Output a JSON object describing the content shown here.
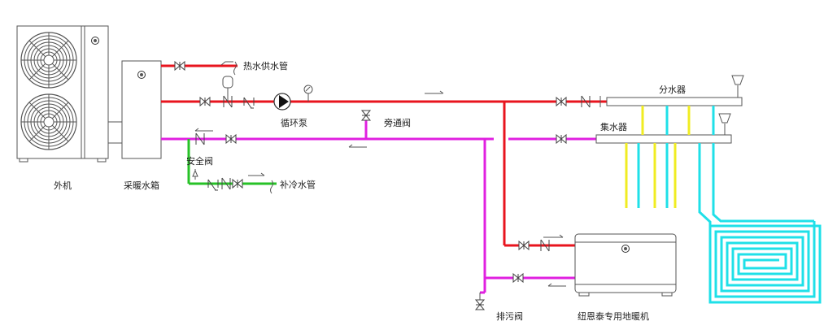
{
  "labels": {
    "outdoor_unit": "外机",
    "buffer_tank": "采暖水箱",
    "hot_water_supply": "热水供水管",
    "circulation_pump": "循环泵",
    "bypass_valve": "旁通阀",
    "safety_valve": "安全阀",
    "makeup_cold_water": "补冷水管",
    "supply_manifold": "分水器",
    "return_manifold": "集水器",
    "drain_valve": "排污阀",
    "boiler": "纽恩泰专用地暖机"
  },
  "colors": {
    "supply_pipe": "#e8141e",
    "return_pipe": "#e020e0",
    "cold_water_pipe": "#27c227",
    "floor_loop_supply": "#f0ec22",
    "floor_loop_return": "#1fe0e8",
    "equipment_stroke": "#555555",
    "label_text": "#222222"
  },
  "icons": [
    "fan-icon",
    "gauge-icon",
    "valve-icon",
    "check-valve-icon",
    "filter-icon",
    "pump-icon",
    "pressure-gauge-icon",
    "expansion-tank-icon",
    "flow-arrow-icon",
    "air-vent-icon"
  ]
}
